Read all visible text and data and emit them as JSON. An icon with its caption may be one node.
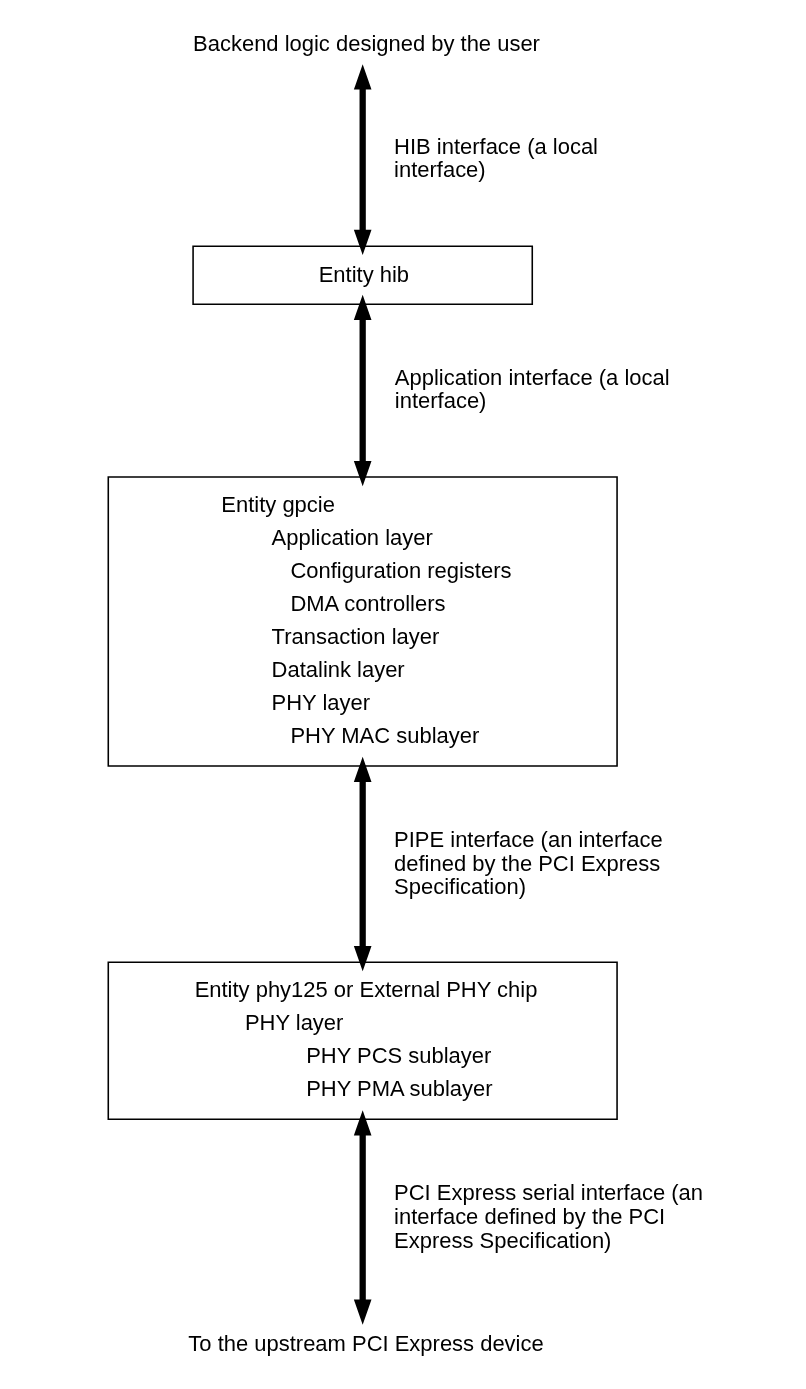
{
  "diagram": {
    "nodes": [
      {
        "text": [
          "Backend logic designed by the user"
        ]
      },
      {
        "text": [
          "Entity hib"
        ]
      },
      {
        "text": [
          "Entity gpcie",
          "Application layer",
          "Configuration registers",
          "DMA controllers",
          "Transaction layer",
          "Datalink layer",
          "PHY layer",
          "PHY MAC sublayer"
        ]
      },
      {
        "text": [
          "Entity phy125 or External PHY chip",
          "PHY layer",
          "PHY PCS sublayer",
          "PHY PMA sublayer"
        ]
      },
      {
        "text": [
          "To the upstream PCI Express device"
        ]
      }
    ],
    "edges": [
      {
        "from": 0,
        "to": 1,
        "arrow": "both",
        "label": "HIB interface (a local interface)"
      },
      {
        "from": 1,
        "to": 2,
        "arrow": "both",
        "label": "Application interface (a local interface)"
      },
      {
        "from": 2,
        "to": 3,
        "arrow": "both",
        "label": "PIPE interface (an interface defined by the PCI Express Specification)"
      },
      {
        "from": 3,
        "to": 4,
        "arrow": "both",
        "label": "PCI Express serial interface (an interface defined by the PCI Express Specification)"
      }
    ]
  }
}
